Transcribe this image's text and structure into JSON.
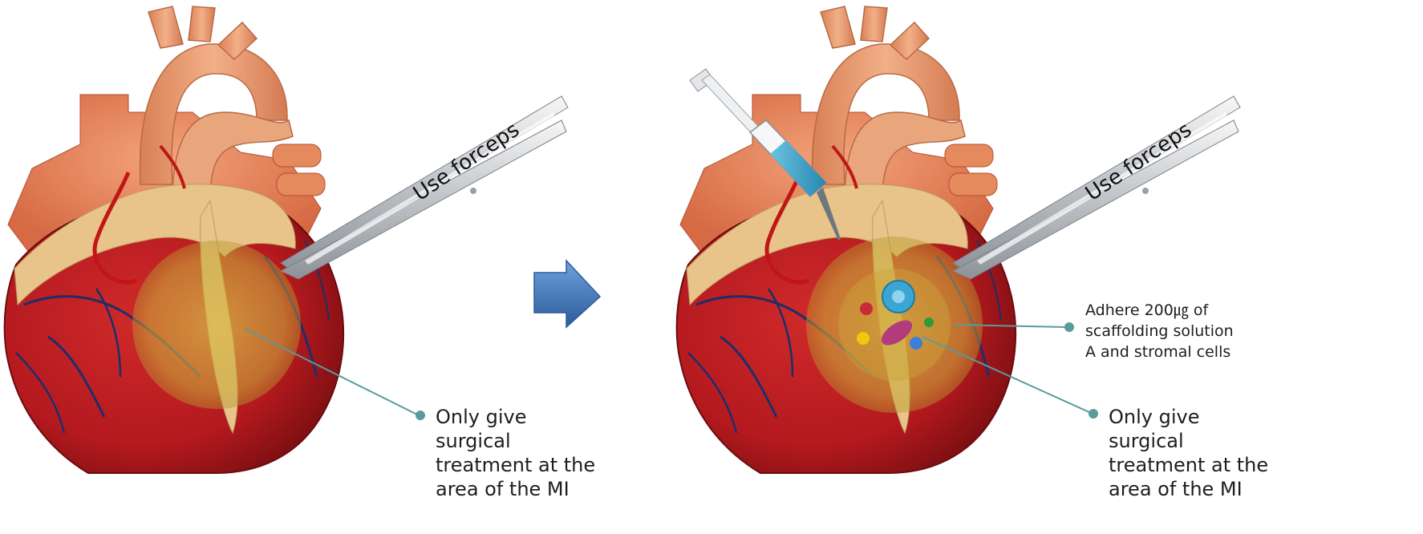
{
  "panels": {
    "before": {
      "forceps_label": "Use forceps",
      "mi_callout": "Only give surgical\ntreatment at the\narea of the MI"
    },
    "after": {
      "forceps_label": "Use forceps",
      "scaffold_callout": "Adhere 200㎍ of\nscaffolding solution\nA and stromal cells",
      "mi_callout": "Only give surgical\ntreatment at the\narea of the MI"
    }
  },
  "colors": {
    "myocardium": "#b3191e",
    "atria": "#e8875a",
    "aorta": "#e89a68",
    "fat": "#e8c48a",
    "vein": "#1e2e6a",
    "infarct_zone": "#c9a83a",
    "leader_line": "#5a9b9b",
    "arrow": "#3b6fb3",
    "syringe_fluid": "#3aa0c8"
  }
}
